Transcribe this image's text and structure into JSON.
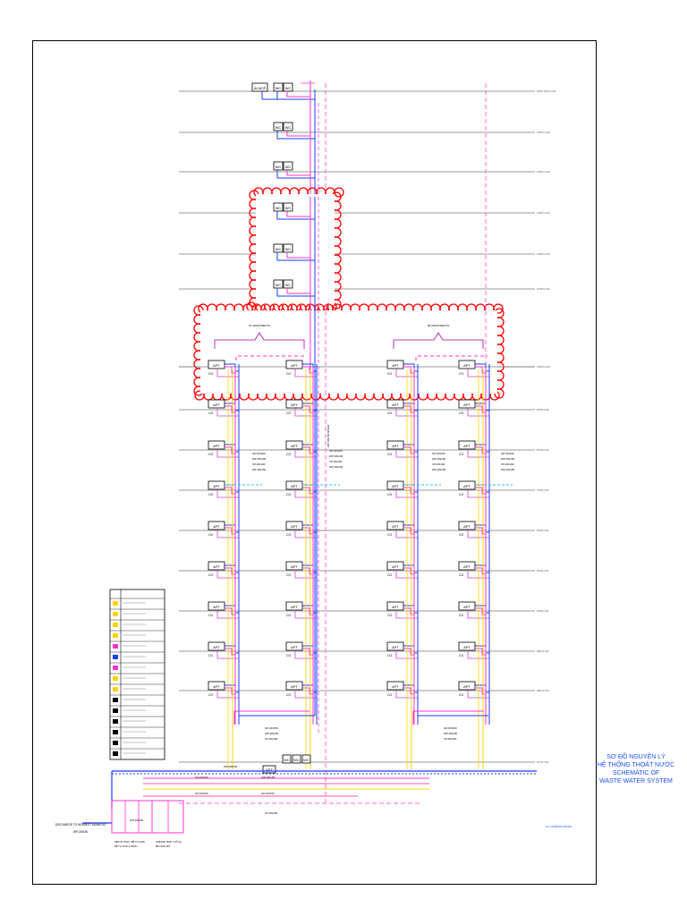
{
  "title": {
    "vn_line1": "SƠ ĐỒ NGUYÊN LÝ",
    "vn_line2": "HỆ THỐNG THOÁT NƯỚC",
    "en_line1": "SCHEMATIC OF",
    "en_line2": "WASTE WATER SYSTEM"
  },
  "floors": [
    "ROOF TOP FL 0.00",
    "15TH FL 0.00",
    "14TH FL 0.00",
    "13TH FL 0.00",
    "12TH FL 0.00",
    "11TH FL 0.00",
    "10TH FL 0.00",
    "9TH FL 0.00",
    "8TH FL 0.00",
    "7TH FL 0.00",
    "6TH FL 0.00",
    "5TH FL 0.00",
    "4TH FL 0.00",
    "3RD FL 0.00",
    "2ND FL 0.00",
    "1ST FL 0.00"
  ],
  "block_labels": [
    "07 APARTMENTS",
    "08 APARTMENTS"
  ],
  "apt_tag": "APT",
  "co_tag": "CO",
  "wc_tag": "WC",
  "attic_tag": "ALNOP",
  "pipe_notes": [
    "GP-DN100",
    "WP-DN100",
    "VP-DN100",
    "WP-DN150"
  ],
  "bottom_notes": [
    "WP-DN150",
    "GP-DN150",
    "GP-DN150",
    "GP-DN150",
    "WP-DN150",
    "VP-DN150"
  ],
  "discharge_label_1": "DISCHARGE TO NEAREST MANHOLE",
  "discharge_label_2": "WP-DN150",
  "tank_label": "WP-DN150",
  "septic_caption_1": "SEPTIC TANK / BỂ TỰ HOẠI",
  "septic_caption_2": "BỂ TỰ HOẠI 3 NGĂN",
  "grease_caption_1": "GREASE TRAP / HỐ GA",
  "grease_caption_2": "BỂ TÁCH MỠ",
  "riser_label_1": "VP-DN100 RISER",
  "riser_label_2": "WP-DN150 RISER",
  "legend_rows": [
    "",
    "",
    "",
    "",
    "",
    "",
    "",
    "",
    "",
    "",
    "",
    "",
    "",
    "",
    ""
  ],
  "footnote": "DN - DIAMETER NOMINAL",
  "colors": {
    "wp": "#1a3cff",
    "gp": "#ff33cc",
    "vp": "#ffd400",
    "cloud": "#ff0000",
    "cold": "#33bbff"
  }
}
